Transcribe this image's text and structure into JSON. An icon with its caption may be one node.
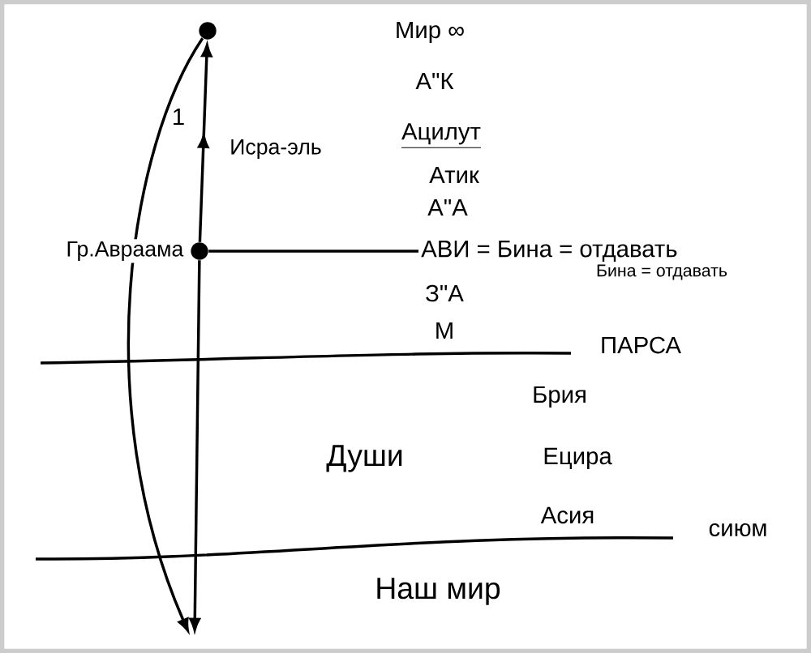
{
  "diagram": {
    "nodes": [
      {
        "text": [],
        "shape": "circle"
      },
      {
        "text": [],
        "shape": "circle",
        "beside": [
          "Гр.Авраама"
        ]
      },
      {
        "text": [
          "АВИ = Бина = отдавать"
        ]
      }
    ],
    "edges": [
      {
        "from": 1,
        "to": 0,
        "arrow": "to",
        "label": "Исра-эль"
      },
      {
        "from": 0,
        "to": null,
        "arrow": "to"
      },
      {
        "from": 1,
        "to": null,
        "arrow": "to"
      },
      {
        "from": 1,
        "to": 2,
        "arrow": "none"
      }
    ],
    "labels": [
      "Мир ∞",
      "А\"К",
      "Ацилут",
      "Атик",
      "А\"А",
      "Бина = отдавать",
      "З\"А",
      "М",
      "1",
      "ПАРСА",
      "Брия",
      "Души",
      "Ецира",
      "Асия",
      "сиюм",
      "Наш мир"
    ]
  }
}
